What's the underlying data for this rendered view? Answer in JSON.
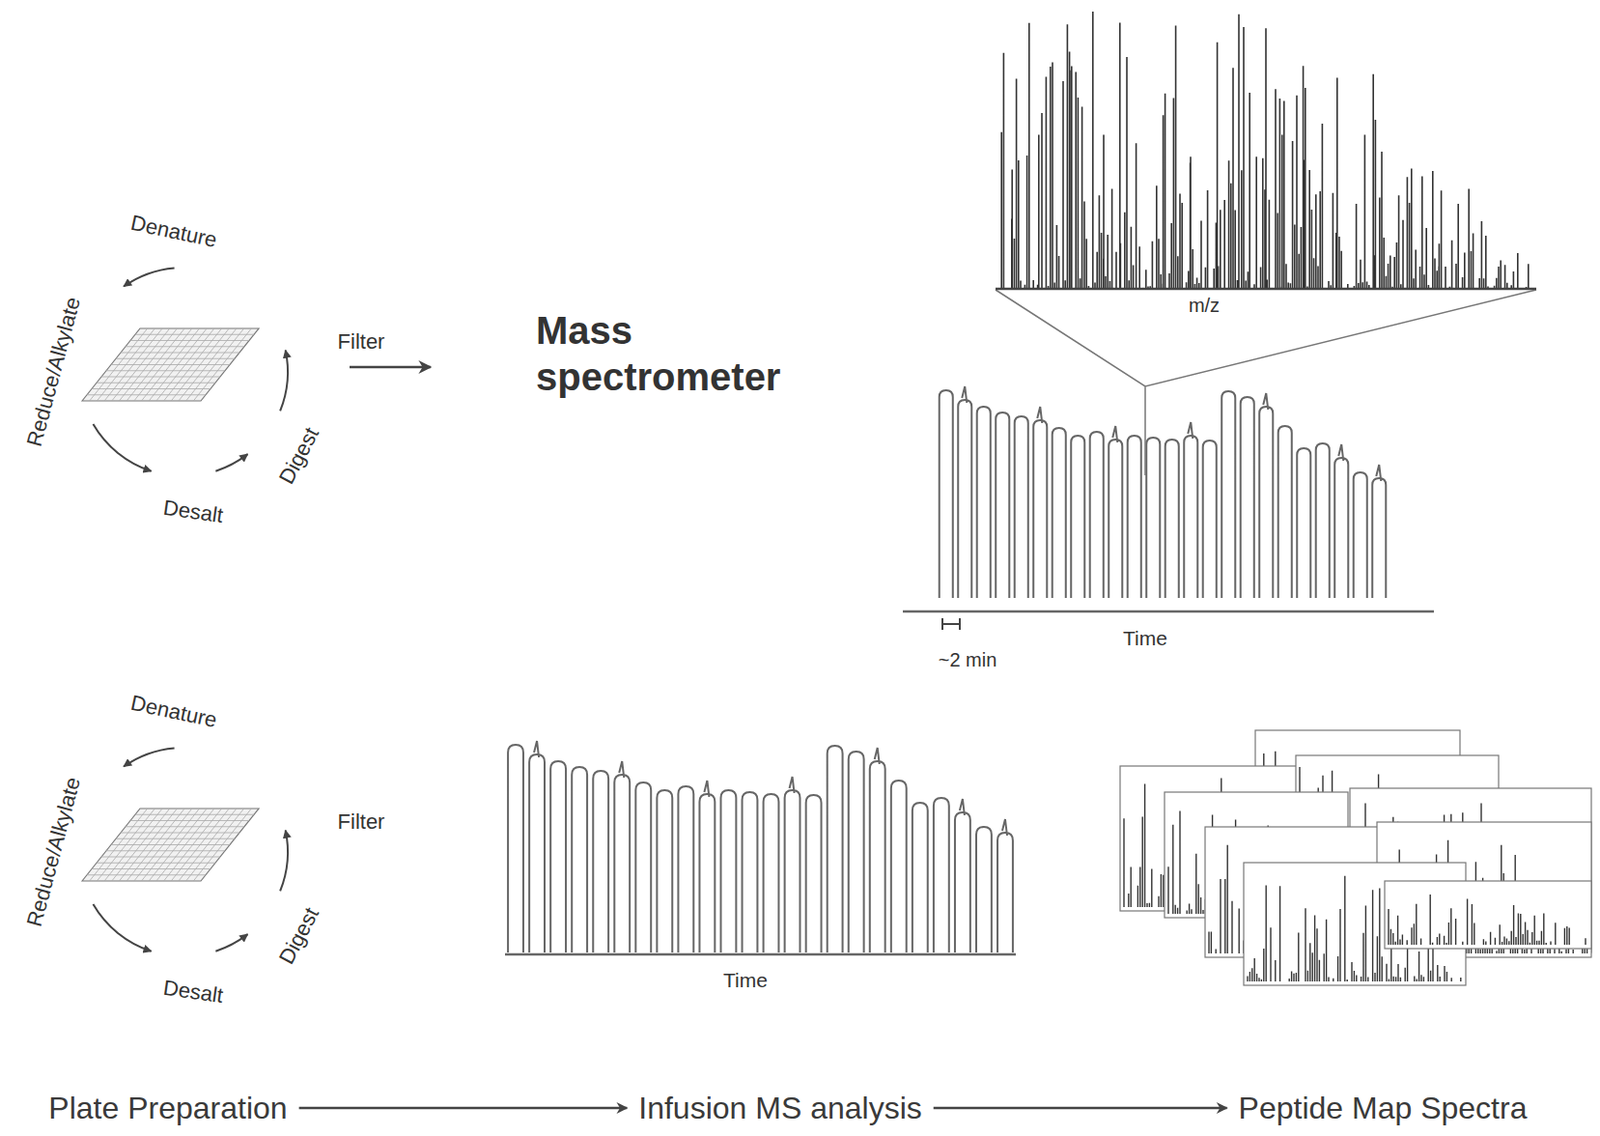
{
  "diagram": {
    "nodes": [
      {
        "text": [
          "Plate Preparation"
        ]
      },
      {
        "text": [
          "Infusion MS analysis"
        ]
      },
      {
        "text": [
          "Peptide Map Spectra"
        ]
      }
    ],
    "edges": [
      {
        "from": 0,
        "to": 1,
        "arrow": "to"
      },
      {
        "from": 1,
        "to": 2,
        "arrow": "to"
      }
    ],
    "labels": [
      "Denature",
      "Reduce/Alkylate",
      "Desalt",
      "Digest",
      "Filter",
      "Mass spectrometer",
      "m/z",
      "Time",
      "~2 min",
      "Denature",
      "Reduce/Alkylate",
      "Desalt",
      "Digest",
      "Filter",
      "Time"
    ]
  }
}
